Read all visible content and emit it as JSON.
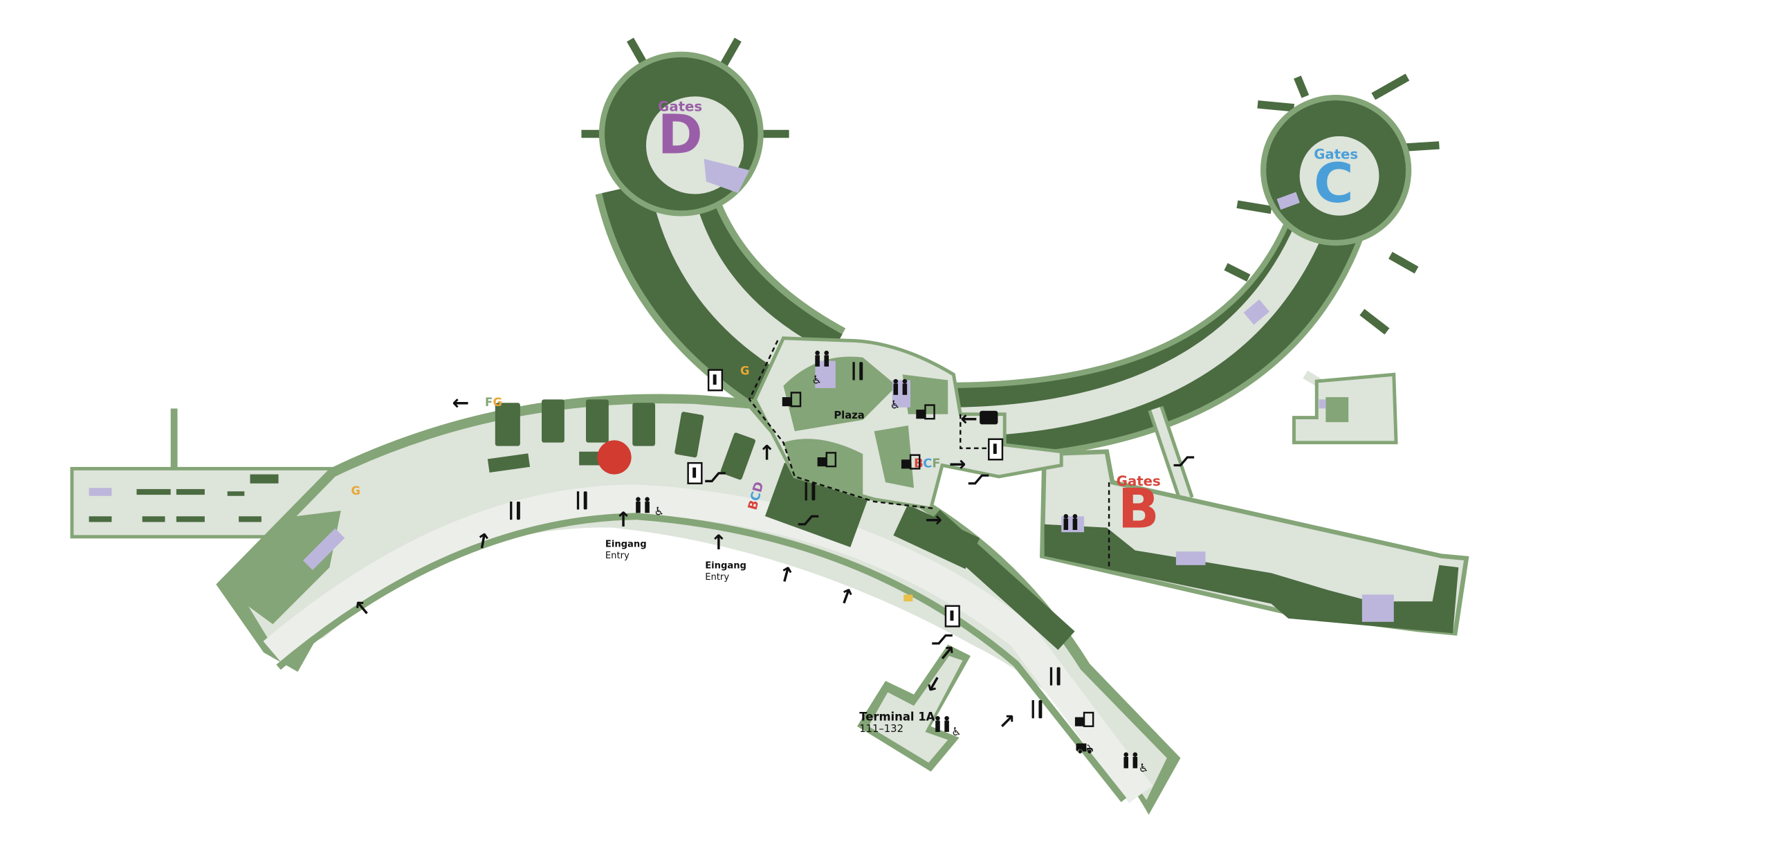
{
  "map": {
    "colors": {
      "building_dark": "#4b6b41",
      "building_mid": "#84a577",
      "floor_light": "#dde4da",
      "corridor": "#eceeea",
      "restroom_purple": "#bcb6dc",
      "location_marker": "#d13b30",
      "gate_d": "#9a5ea8",
      "gate_c": "#4a9fd9",
      "gate_b": "#d8453a",
      "gate_g": "#e8a735"
    },
    "gates": {
      "d": {
        "caption": "Gates",
        "letter": "D"
      },
      "c": {
        "caption": "Gates",
        "letter": "C"
      },
      "b": {
        "caption": "Gates",
        "letter": "B"
      }
    },
    "plaza": "Plaza",
    "signs": {
      "bcd": [
        "B",
        "C",
        "D"
      ],
      "bcf": [
        "B",
        "C",
        "F"
      ],
      "fg": [
        "F",
        "G"
      ],
      "g": "G"
    },
    "entrances": [
      {
        "de": "Eingang",
        "en": "Entry"
      },
      {
        "de": "Eingang",
        "en": "Entry"
      }
    ],
    "terminal_1a": {
      "name": "Terminal 1A",
      "gates": "111–132"
    },
    "icons": [
      "restroom-icon",
      "wheelchair-icon",
      "restaurant-icon",
      "shopping-icon",
      "elevator-icon",
      "escalator-icon",
      "baggage-icon",
      "cart-icon",
      "arrow-icon",
      "current-location-marker"
    ]
  }
}
